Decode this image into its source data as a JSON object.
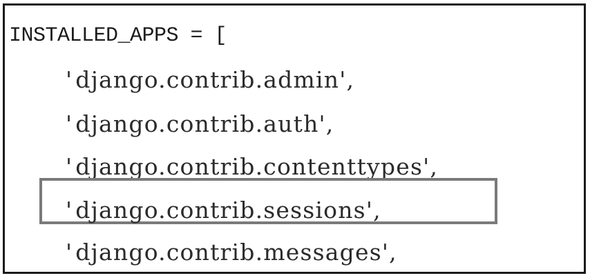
{
  "code": {
    "opening_line": "INSTALLED_APPS = [",
    "open_quote": "'",
    "close_quote": "',",
    "items": [
      "django.contrib.admin",
      "django.contrib.auth",
      "django.contrib.contenttypes",
      "django.contrib.sessions",
      "django.contrib.messages"
    ],
    "highlighted_item": "django.contrib.sessions"
  },
  "colors": {
    "text": "#2b2b2b",
    "border": "#1a1a1a",
    "highlight_border": "#7a7a7a",
    "background": "#ffffff"
  }
}
